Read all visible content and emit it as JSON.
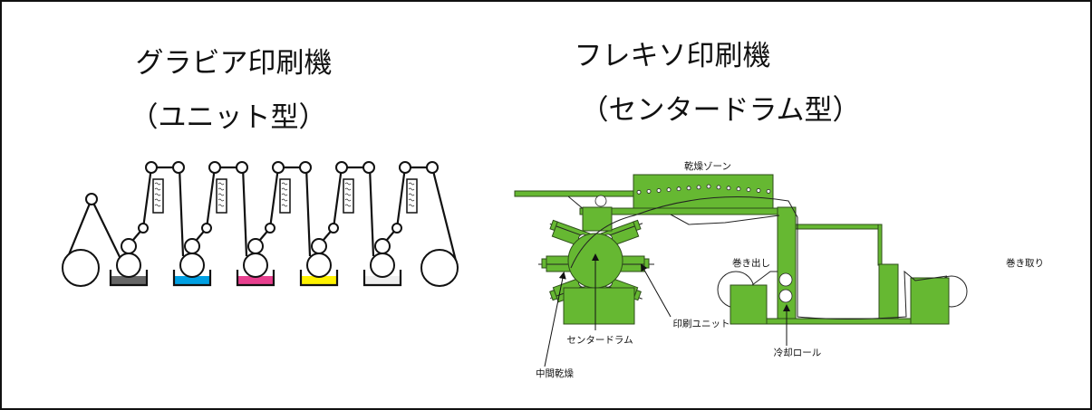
{
  "gravure": {
    "title": "グラビア印刷機",
    "subtitle": "（ユニット型）",
    "ink_colors": [
      "#666666",
      "#00a0e3",
      "#e8408f",
      "#fff200",
      "#eeeeee"
    ]
  },
  "flexo": {
    "title": "フレキソ印刷機",
    "subtitle": "（センタードラム型）",
    "machine_color": "#66b832",
    "labels": {
      "drying_zone": "乾燥ゾーン",
      "unwind": "巻き出し",
      "rewind": "巻き取り",
      "print_unit": "印刷ユニット",
      "center_drum": "センタードラム",
      "chill_roll": "冷却ロール",
      "interstation_drying": "中間乾燥"
    }
  }
}
